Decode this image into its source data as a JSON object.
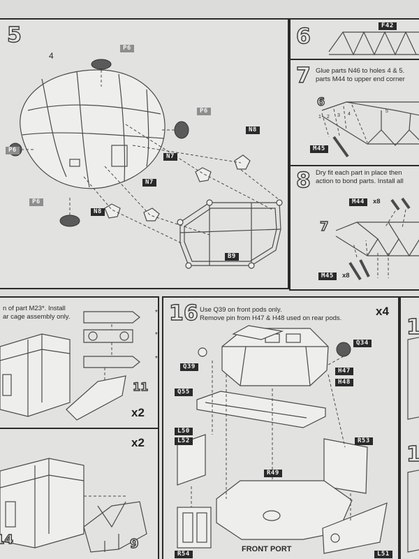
{
  "step5": {
    "number": "5",
    "sub_label": "4",
    "parts": {
      "p6_a": "P6",
      "p6_b": "P6",
      "p6_c": "P6",
      "p6_d": "P6",
      "n8_a": "N8",
      "n7_a": "N7",
      "n7_b": "N7",
      "n8_b": "N8",
      "b9": "B9"
    }
  },
  "step6": {
    "number": "6",
    "part": "F42"
  },
  "step7": {
    "number": "7",
    "text_1": "Glue parts N46 to holes 4 & 5.",
    "text_2": "parts M44 to upper end corner",
    "sub_label": "6",
    "part": "M45",
    "hole_labels": [
      "1",
      "2",
      "3",
      "4",
      "5"
    ]
  },
  "step8": {
    "number": "8",
    "text_1": "Dry fit each part in place then",
    "text_2": "action to bond parts. Install all",
    "sub_label": "7",
    "part_a": "M44",
    "qty_a": "x8",
    "part_b": "M45",
    "qty_b": "x8"
  },
  "left_mid": {
    "text_1": "n of part M23*. Install",
    "text_2": "ar cage assembly only.",
    "sub_label": "11",
    "qty": "x2",
    "asterisk": "*"
  },
  "left_bottom": {
    "qty": "x2",
    "label_a": "14",
    "label_b": "9"
  },
  "step16": {
    "number": "16",
    "text_1": "Use Q39 on front pods only.",
    "text_2": "Remove pin from H47 & H48 used on rear pods.",
    "qty": "x4",
    "caption": "FRONT PORT",
    "parts": {
      "q34": "Q34",
      "q39": "Q39",
      "h47": "H47",
      "h48": "H48",
      "q55": "Q55",
      "l50": "L50",
      "l52": "L52",
      "r49": "R49",
      "r53": "R53",
      "r54": "R54",
      "l51": "L51"
    }
  },
  "right_edge": {
    "num_a": "1",
    "num_b": "1"
  }
}
